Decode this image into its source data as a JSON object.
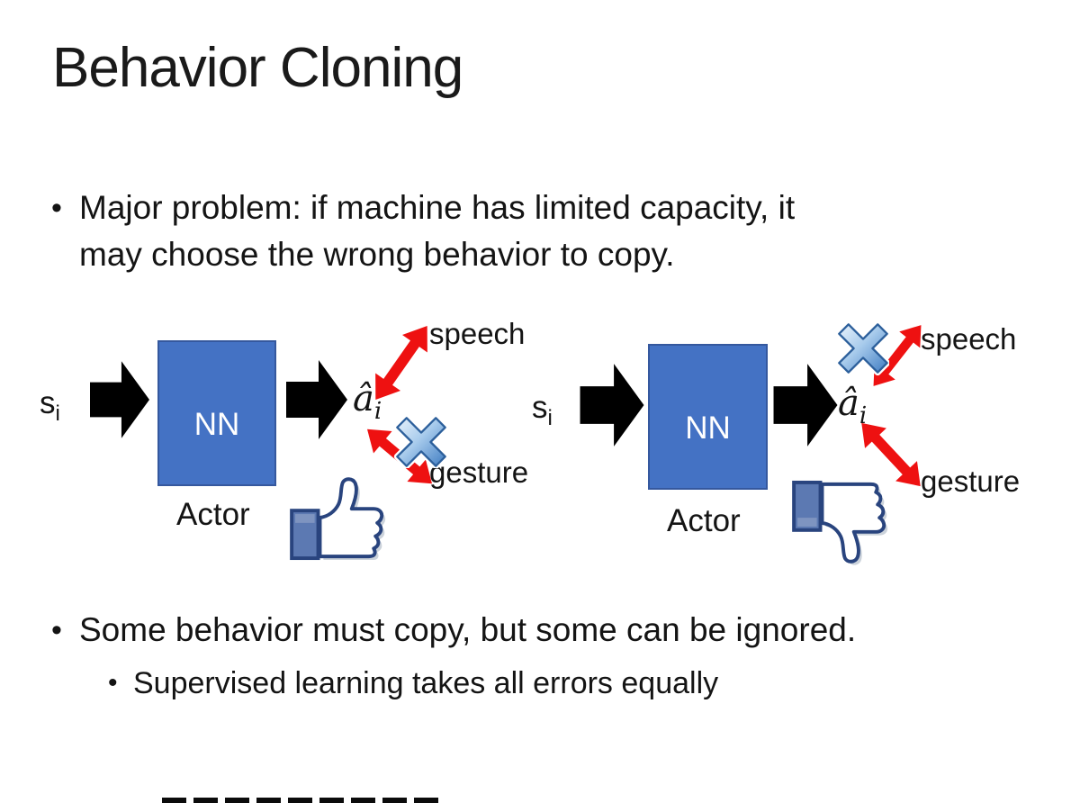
{
  "slide": {
    "title": "Behavior Cloning",
    "bullets": {
      "b1_line1": "Major problem: if machine has limited capacity, it",
      "b1_line2": "may choose the wrong behavior to copy.",
      "b2": "Some behavior must copy, but some can be ignored.",
      "b2_sub": "Supervised learning takes all errors equally"
    }
  },
  "diagrams": {
    "left": {
      "input_base": "s",
      "input_sub": "i",
      "nn_label": "NN",
      "output_base": "â",
      "output_sub": "i",
      "role_label": "Actor",
      "action_top": "speech",
      "action_bottom": "gesture",
      "crossed_out_action": "gesture",
      "feedback_icon": "thumbs-up"
    },
    "right": {
      "input_base": "s",
      "input_sub": "i",
      "nn_label": "NN",
      "output_base": "â",
      "output_sub": "i",
      "role_label": "Actor",
      "action_top": "speech",
      "action_bottom": "gesture",
      "crossed_out_action": "speech",
      "feedback_icon": "thumbs-down"
    }
  },
  "colors": {
    "nn_box_fill": "#4472C4",
    "nn_box_border": "#35589E",
    "nn_text": "#FFFFFF",
    "block_arrow": "#000000",
    "action_arrow_red": "#EE1111",
    "cross_blue_light": "#D6E7F8",
    "cross_blue_dark": "#3F7CC2",
    "cross_border": "#2C5F9B",
    "thumb_outline": "#29447E",
    "thumb_cuff": "#5C79B2",
    "text": "#141414"
  }
}
